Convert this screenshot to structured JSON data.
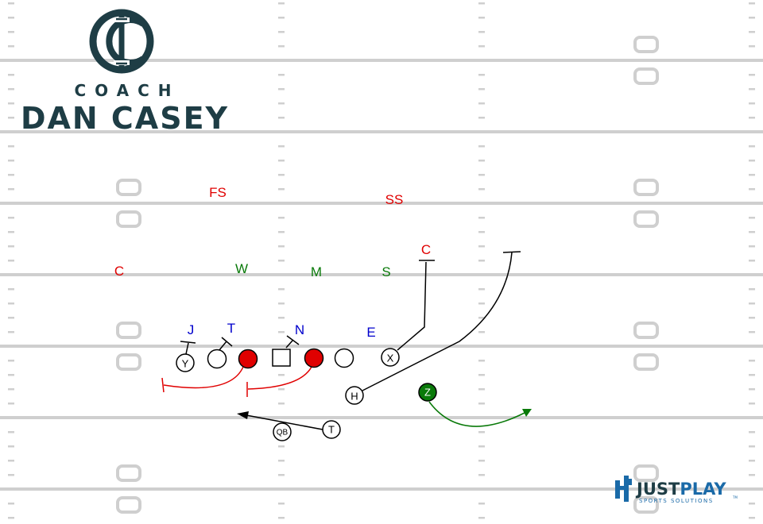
{
  "branding": {
    "coach_word": "COACH",
    "coach_name": "DAN CASEY",
    "logo_color": "#1e3d45",
    "partner_name_a": "JUST",
    "partner_name_b": "PLAY",
    "partner_tagline": "SPORTS SOLUTIONS",
    "partner_tm": "TM",
    "partner_color": "#1a6aa8"
  },
  "colors": {
    "defense_red": "#e00000",
    "linebacker_green": "#0a7a0a",
    "dline_blue": "#0000cc",
    "route_black": "#000000",
    "route_red": "#e00000",
    "route_green": "#0a7a0a",
    "field_line": "#cfcfcf"
  },
  "defense": {
    "free_safety": "FS",
    "strong_safety": "SS",
    "left_corner": "C",
    "right_corner": "C",
    "will_lb": "W",
    "mike_lb": "M",
    "sam_lb": "S",
    "jack_end": "J",
    "tackle": "T",
    "nose": "N",
    "end": "E"
  },
  "offense": {
    "y_label": "Y",
    "x_label": "X",
    "h_label": "H",
    "z_label": "Z",
    "t_label": "T",
    "qb_label": "QB"
  }
}
